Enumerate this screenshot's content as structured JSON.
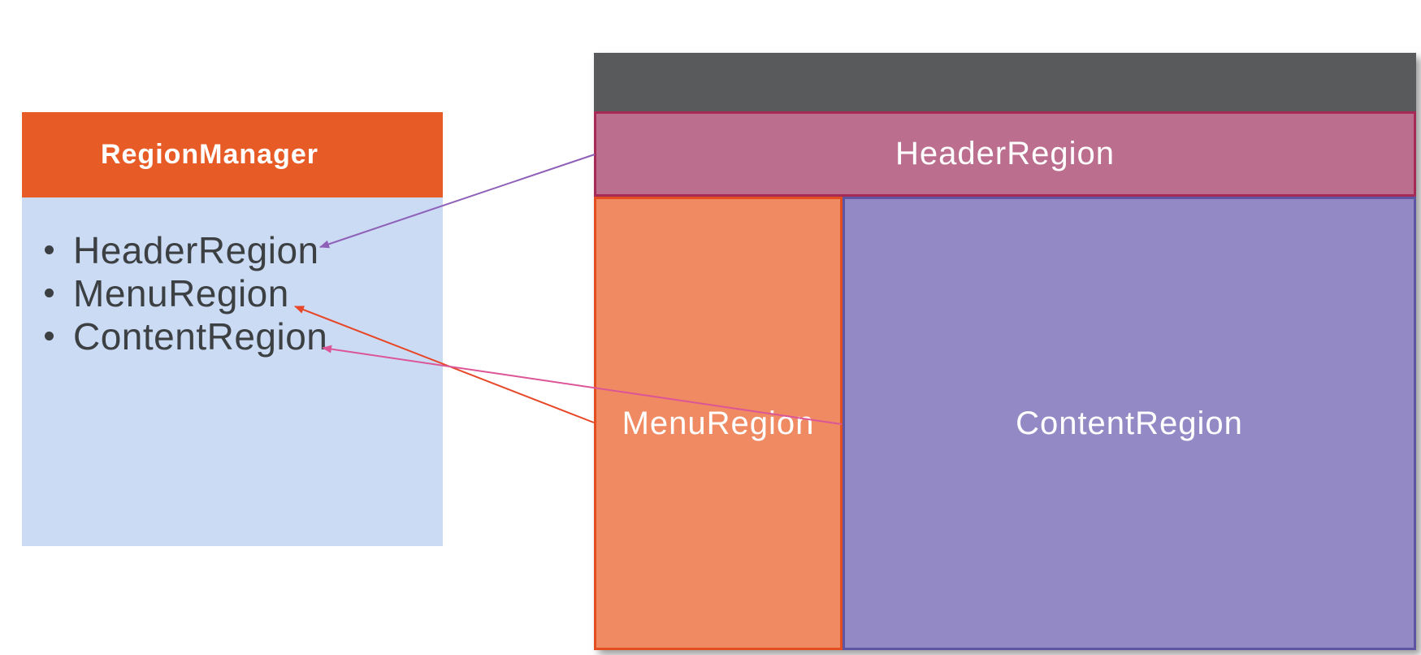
{
  "slide": {
    "legend": {
      "title": "RegionManager",
      "items": [
        {
          "label": "HeaderRegion"
        },
        {
          "label": "MenuRegion"
        },
        {
          "label": "ContentRegion"
        }
      ],
      "colors": {
        "header_bg": "#E75B27",
        "body_bg": "#CBDBF4",
        "title_text": "#FFFFFF",
        "item_text": "#3C4043"
      }
    },
    "window": {
      "titlebar_color": "#595A5C",
      "regions": [
        {
          "name": "HeaderRegion",
          "fill": "#BC6E8E",
          "border": "#A52A55"
        },
        {
          "name": "MenuRegion",
          "fill": "#EF8A63",
          "border": "#E24E1F"
        },
        {
          "name": "ContentRegion",
          "fill": "#938AC5",
          "border": "#5D55A1"
        }
      ]
    },
    "arrows": [
      {
        "from": "header-region-bar",
        "to": "bullet-header-region",
        "color": "#8E60B8"
      },
      {
        "from": "menu-region-panel",
        "to": "bullet-menu-region",
        "color": "#E74727"
      },
      {
        "from": "content-region-panel",
        "to": "bullet-content-region",
        "color": "#DC5697"
      }
    ]
  }
}
